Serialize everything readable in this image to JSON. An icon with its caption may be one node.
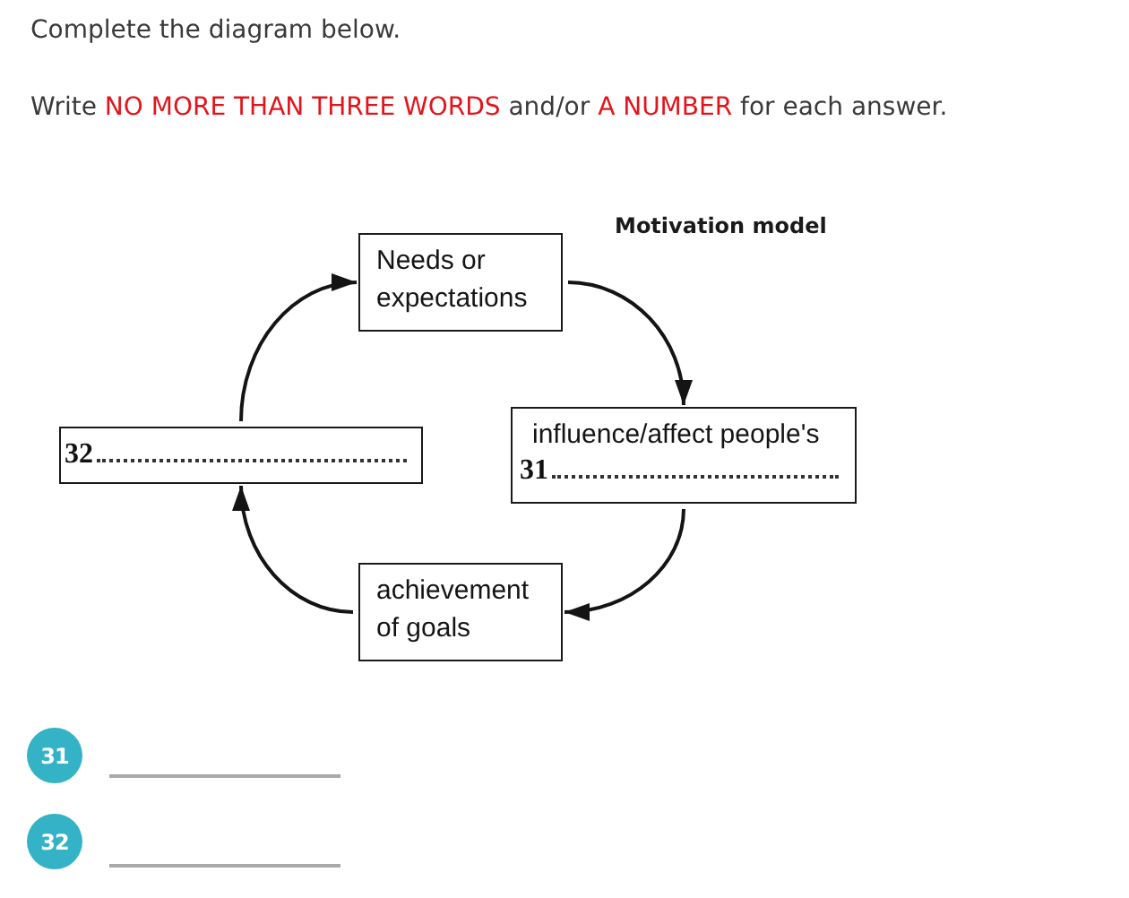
{
  "diagram": {
    "title": "Motivation model",
    "nodes": [
      {
        "text": [
          "Needs or expectations"
        ]
      },
      {
        "text": [
          "32"
        ]
      },
      {
        "text": [
          "influence/affect people's",
          "31"
        ]
      },
      {
        "text": [
          "achievement of goals"
        ]
      }
    ],
    "edges": [
      {
        "from": 1,
        "to": 0,
        "arrow": "to"
      },
      {
        "from": 0,
        "to": 2,
        "arrow": "to"
      },
      {
        "from": 2,
        "to": 3,
        "arrow": "to"
      },
      {
        "from": 3,
        "to": 1,
        "arrow": "to"
      }
    ],
    "labels": [
      "Complete the diagram below.",
      "Write **NO MORE THAN THREE WORDS** and/or **A NUMBER** for each answer.",
      "31",
      "32"
    ]
  }
}
